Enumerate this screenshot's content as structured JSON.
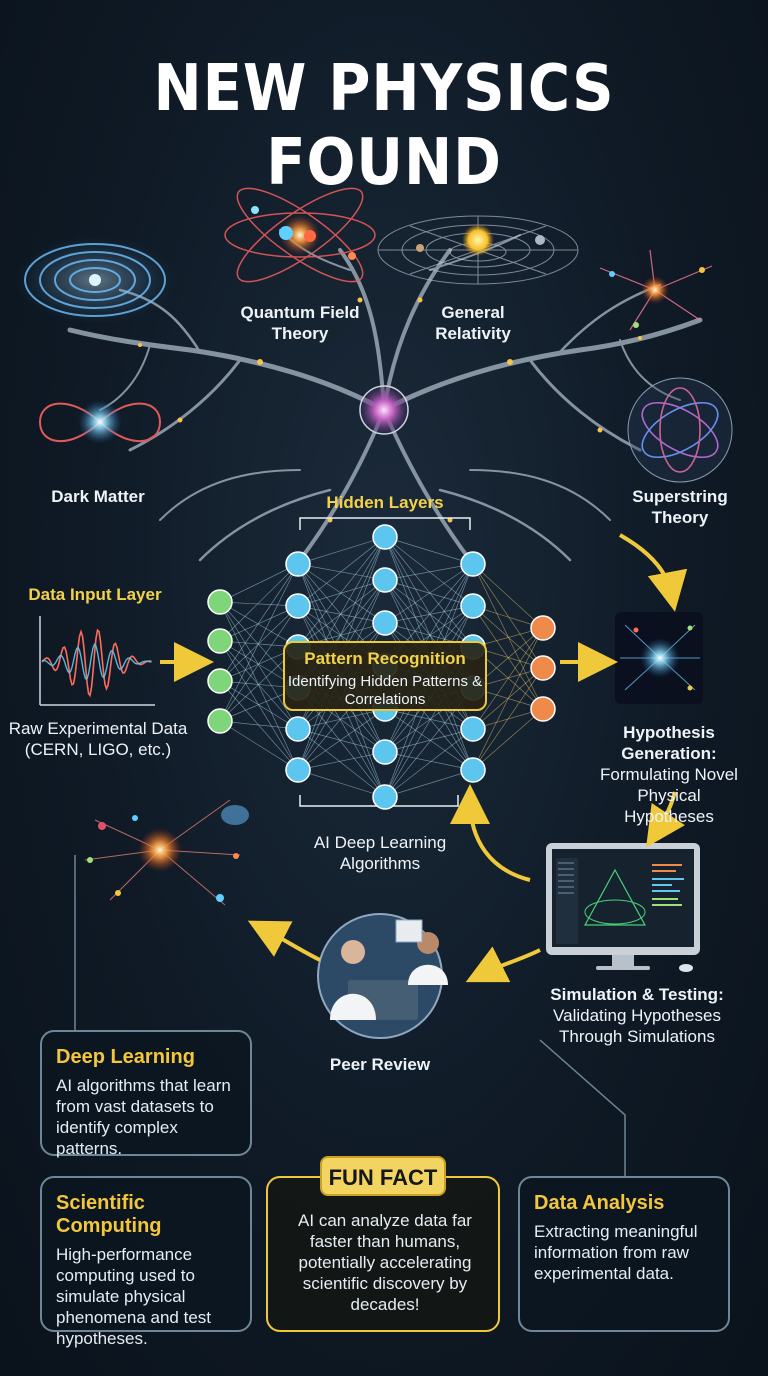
{
  "title": "NEW PHYSICS FOUND",
  "theories": {
    "qft": "Quantum Field Theory",
    "gr": "General Relativity",
    "dark_matter": "Dark Matter",
    "superstring": "Superstring Theory"
  },
  "network": {
    "hidden_layers": "Hidden Layers",
    "input_layer": "Data Input Layer",
    "raw_data": "Raw Experimental Data (CERN, LIGO, etc.)",
    "pattern_title": "Pattern Recognition",
    "pattern_text": "Identifying Hidden Patterns & Correlations",
    "algorithms": "AI Deep Learning Algorithms"
  },
  "workflow": {
    "hypothesis_title": "Hypothesis Generation:",
    "hypothesis_text": "Formulating Novel Physical Hypotheses",
    "simulation_title": "Simulation & Testing:",
    "simulation_text": "Validating Hypotheses Through Simulations",
    "peer_review": "Peer Review"
  },
  "cards": {
    "deep_learning": {
      "title": "Deep Learning",
      "text": "AI algorithms that learn from vast datasets to identify complex patterns."
    },
    "sci_computing": {
      "title": "Scientific Computing",
      "text": "High-performance computing used to simulate physical phenomena and test hypotheses."
    },
    "fun_fact": {
      "title": "FUN FACT",
      "text": "AI can analyze data far faster than humans, potentially accelerating scientific discovery by decades!"
    },
    "data_analysis": {
      "title": "Data Analysis",
      "text": "Extracting meaningful information from raw experimental data."
    }
  },
  "colors": {
    "accent_yellow": "#f3d24a",
    "input_nodes": "#7fd67a",
    "hidden_nodes": "#5cc6ee",
    "output_nodes": "#f08a4b",
    "card_border": "#6f8696"
  }
}
